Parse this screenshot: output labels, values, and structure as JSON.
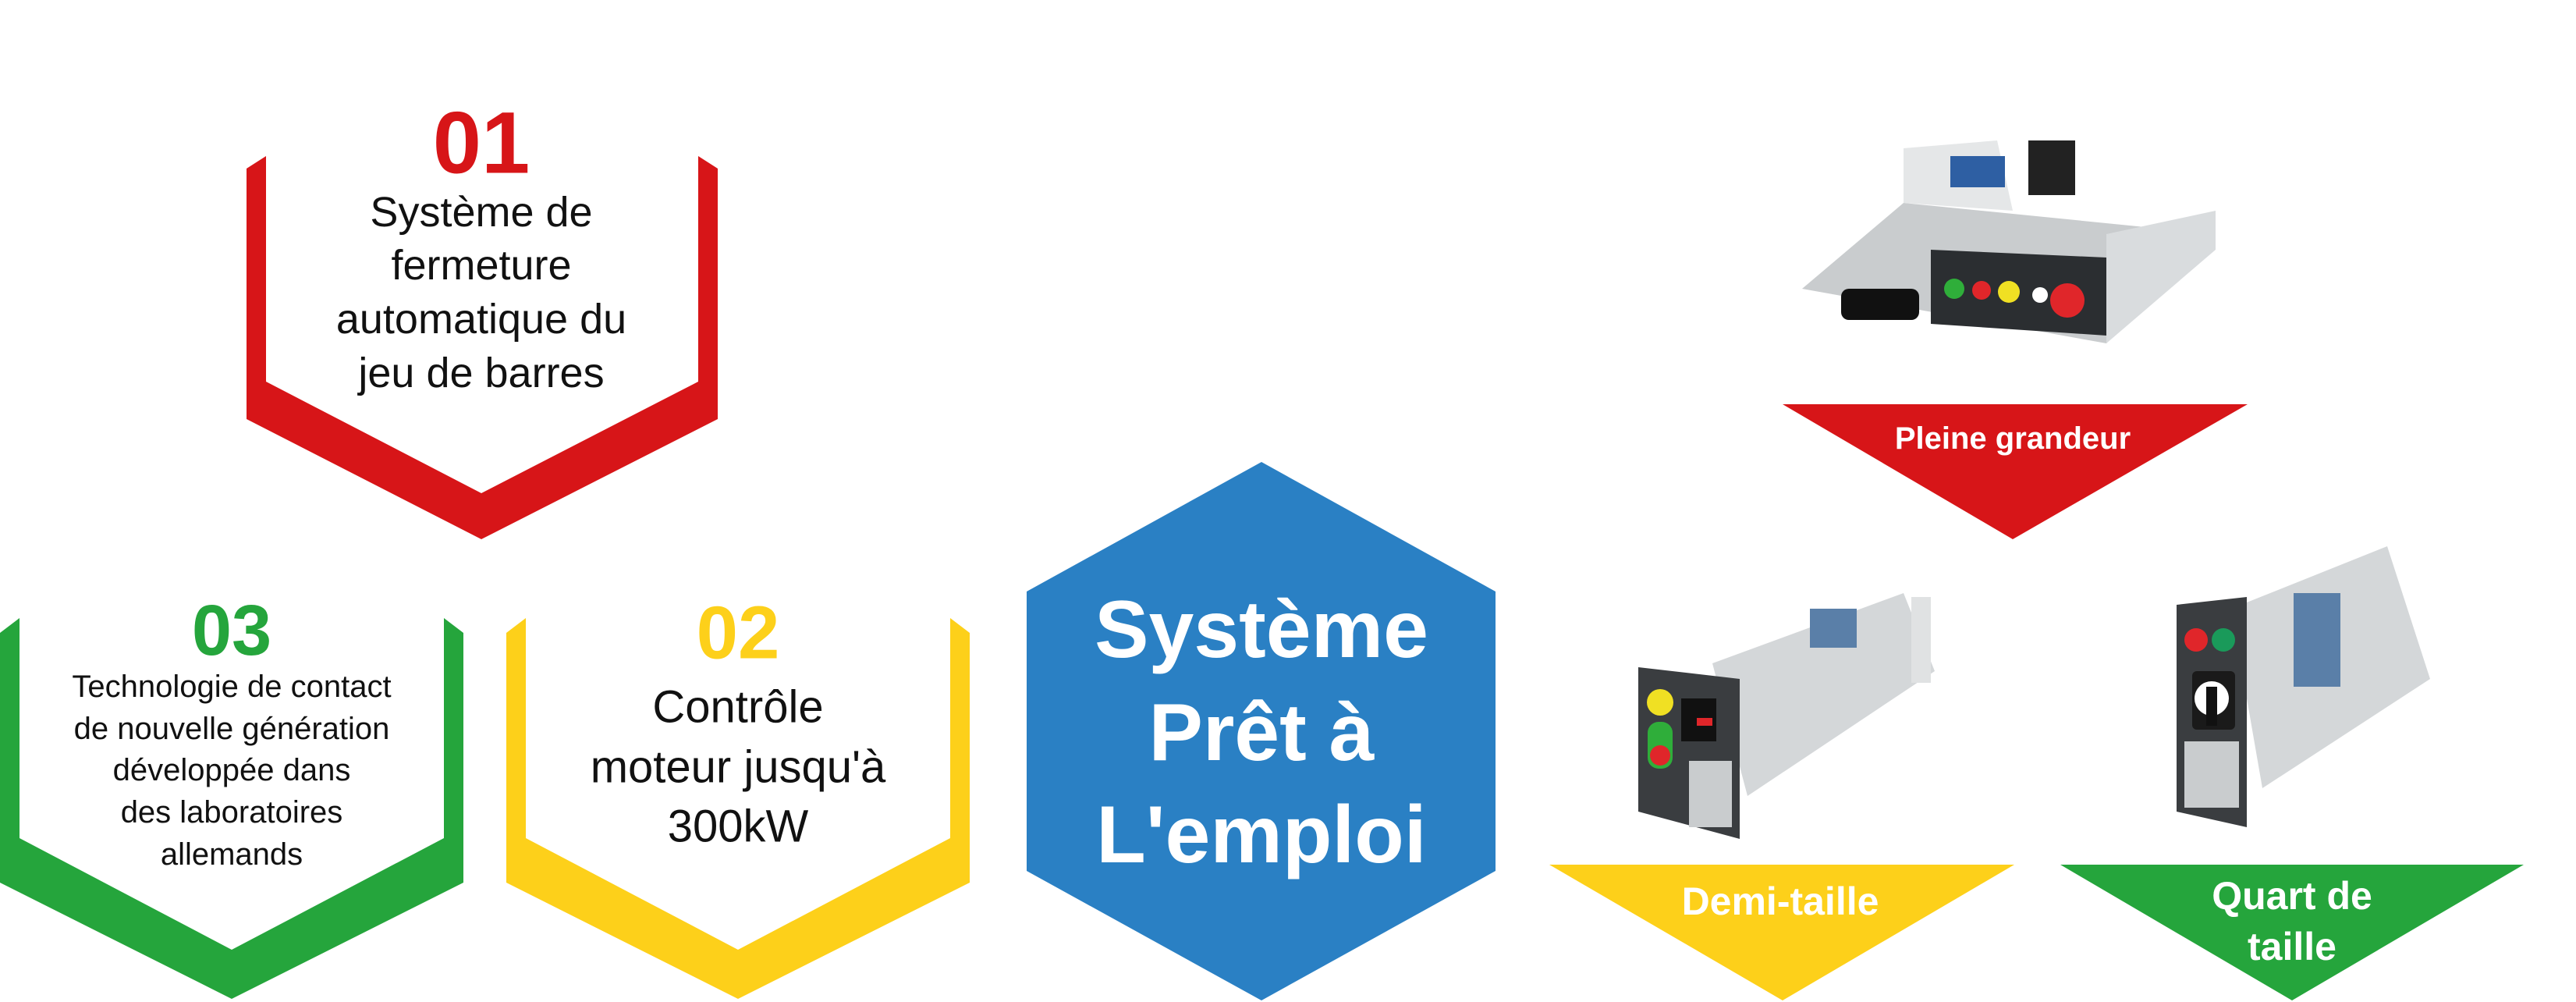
{
  "colors": {
    "red": "#d71518",
    "green": "#25a53c",
    "yellow": "#fdd01a",
    "blue": "#2a80c4"
  },
  "features": [
    {
      "number": "01",
      "lines": [
        "Système de",
        "fermeture",
        "automatique du",
        "jeu de barres"
      ]
    },
    {
      "number": "02",
      "lines": [
        "Contrôle",
        "moteur jusqu'à",
        "300kW"
      ]
    },
    {
      "number": "03",
      "lines": [
        "Technologie de contact",
        "de nouvelle génération",
        "développée dans",
        "des laboratoires",
        "allemands"
      ]
    }
  ],
  "center": {
    "lines": [
      "Système",
      "Prêt à",
      "L'emploi"
    ]
  },
  "sizes": [
    {
      "label": "Pleine grandeur"
    },
    {
      "label": "Demi-taille"
    },
    {
      "label_lines": [
        "Quart de",
        "taille"
      ]
    }
  ]
}
